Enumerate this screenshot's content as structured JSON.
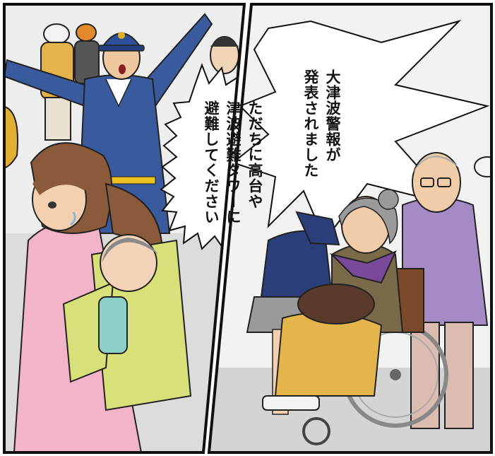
{
  "panels": {
    "left": {
      "speech_bubble": {
        "lines": [
          "ただちに高台や",
          "津波避難タワーに",
          "避難してください"
        ]
      }
    },
    "right": {
      "speech_bubble": {
        "lines": [
          "大津波警報が",
          "発表されました"
        ]
      }
    }
  },
  "colors": {
    "border": "#111111",
    "ground": "#d8d8d8",
    "uniform": "#3a5a9e",
    "jacket_pink": "#f3b3c8",
    "carrier_green": "#d8e07a",
    "hair_brown": "#8a5a3a",
    "shawl_purple": "#7a4a9a",
    "jacket_purple": "#a58ac6",
    "blanket_yellow": "#e3b54a",
    "wheelchair": "#888888"
  }
}
